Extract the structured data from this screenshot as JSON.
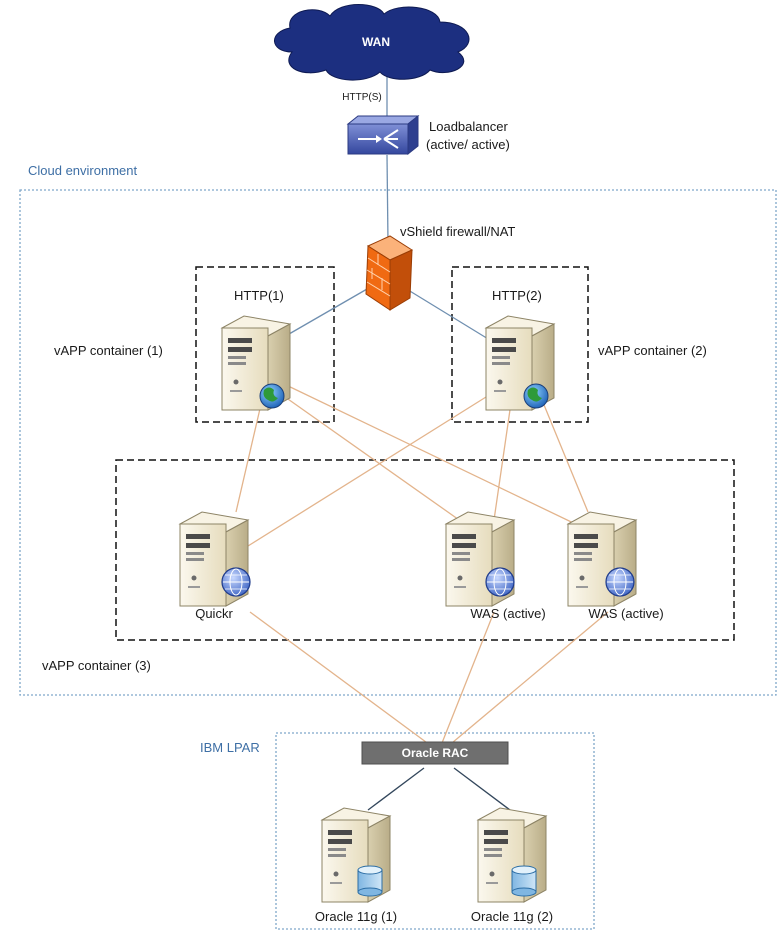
{
  "title": "",
  "wan": {
    "label": "WAN",
    "protocol": "HTTP(S)"
  },
  "loadbalancer": {
    "line1": "Loadbalancer",
    "line2": "(active/ active)"
  },
  "cloud_label": "Cloud environment",
  "firewall_label": "vShield firewall/NAT",
  "http1": {
    "title": "HTTP(1)",
    "container_label": "vAPP container (1)"
  },
  "http2": {
    "title": "HTTP(2)",
    "container_label": "vAPP container (2)"
  },
  "app_tier": {
    "container_label": "vAPP container (3)",
    "quickr": "Quickr",
    "was1": "WAS (active)",
    "was2": "WAS (active)"
  },
  "lpar_label": "IBM LPAR",
  "oracle_rac": "Oracle RAC",
  "oracle1": "Oracle 11g (1)",
  "oracle2": "Oracle 11g (2)",
  "colors": {
    "cloud": "#1c2f80",
    "cloud_zone_border": "#7fa7c9",
    "blue_link": "#6f8fb0",
    "orange_link": "#e3b48c",
    "server_body": "#efe7cf",
    "rac_bar": "#6f6f6f",
    "firewall": "#f06a12"
  }
}
